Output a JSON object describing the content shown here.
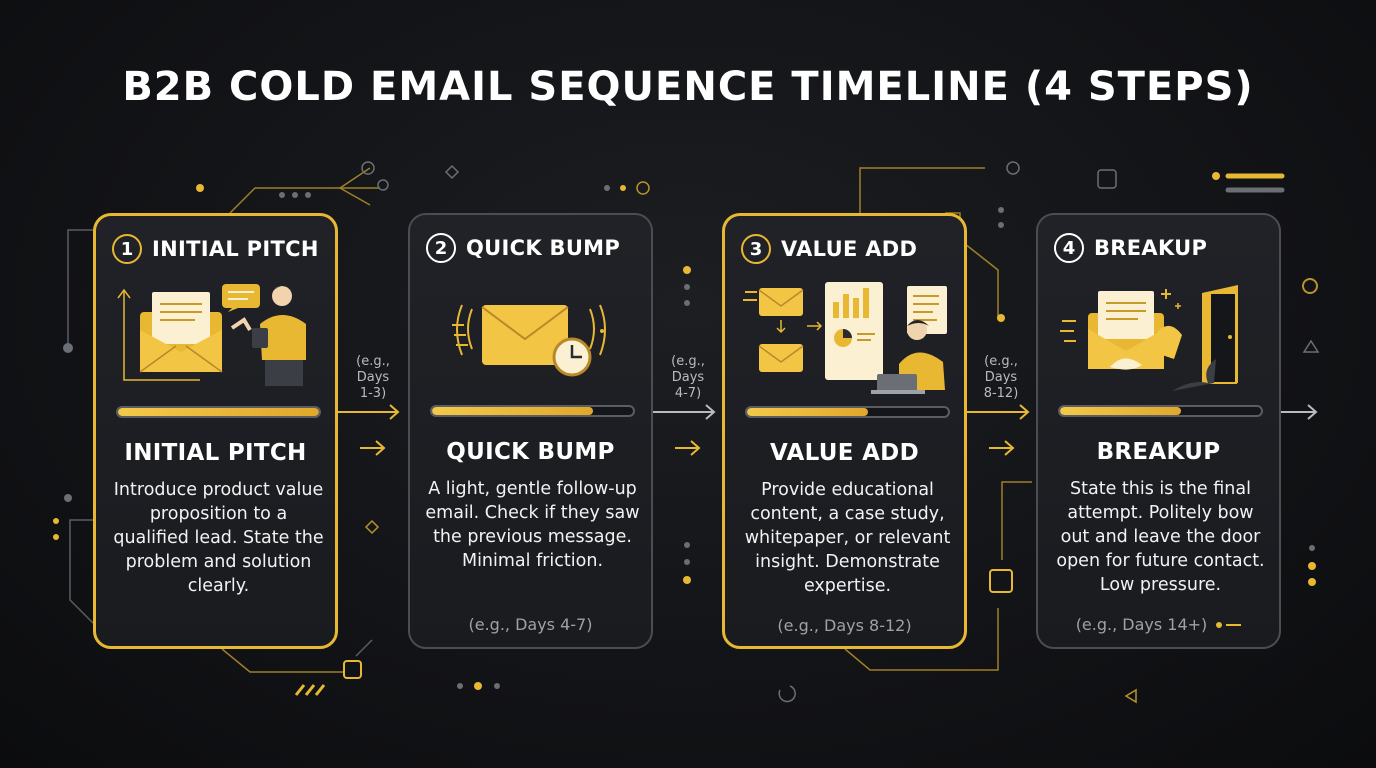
{
  "title": "B2B COLD EMAIL SEQUENCE TIMELINE (4 STEPS)",
  "colors": {
    "accent": "#e8b833",
    "background": "#121316",
    "card_border": "#4a4d54",
    "text": "#ffffff",
    "muted": "#9ea1a8"
  },
  "steps": [
    {
      "number": "1",
      "name": "INITIAL PITCH",
      "heading": "INITIAL PITCH",
      "description": "Introduce product value proposition to a qualified lead. State the problem and solution clearly.",
      "days": "",
      "side_label": "(e.g., Days 1-3)",
      "progress": 1.0,
      "active": true,
      "icon": "envelope-presenter-icon"
    },
    {
      "number": "2",
      "name": "QUICK BUMP",
      "heading": "QUICK BUMP",
      "description": "A light, gentle follow-up email. Check if they saw the previous message. Minimal friction.",
      "days": "(e.g., Days 4-7)",
      "side_label": "(e.g., Days 4-7)",
      "progress": 0.8,
      "active": false,
      "icon": "envelope-clock-icon"
    },
    {
      "number": "3",
      "name": "VALUE ADD",
      "heading": "VALUE ADD",
      "description": "Provide educational content, a case study, whitepaper, or relevant insight. Demonstrate expertise.",
      "days": "(e.g., Days 8-12)",
      "side_label": "(e.g., Days 8-12)",
      "progress": 0.6,
      "active": true,
      "icon": "case-study-analyst-icon"
    },
    {
      "number": "4",
      "name": "BREAKUP",
      "heading": "BREAKUP",
      "description": "State this is the final attempt. Politely bow out and leave the door open for future contact. Low pressure.",
      "days": "(e.g., Days 14+)",
      "side_label": "",
      "progress": 0.6,
      "active": false,
      "icon": "envelope-handshake-door-icon"
    }
  ]
}
